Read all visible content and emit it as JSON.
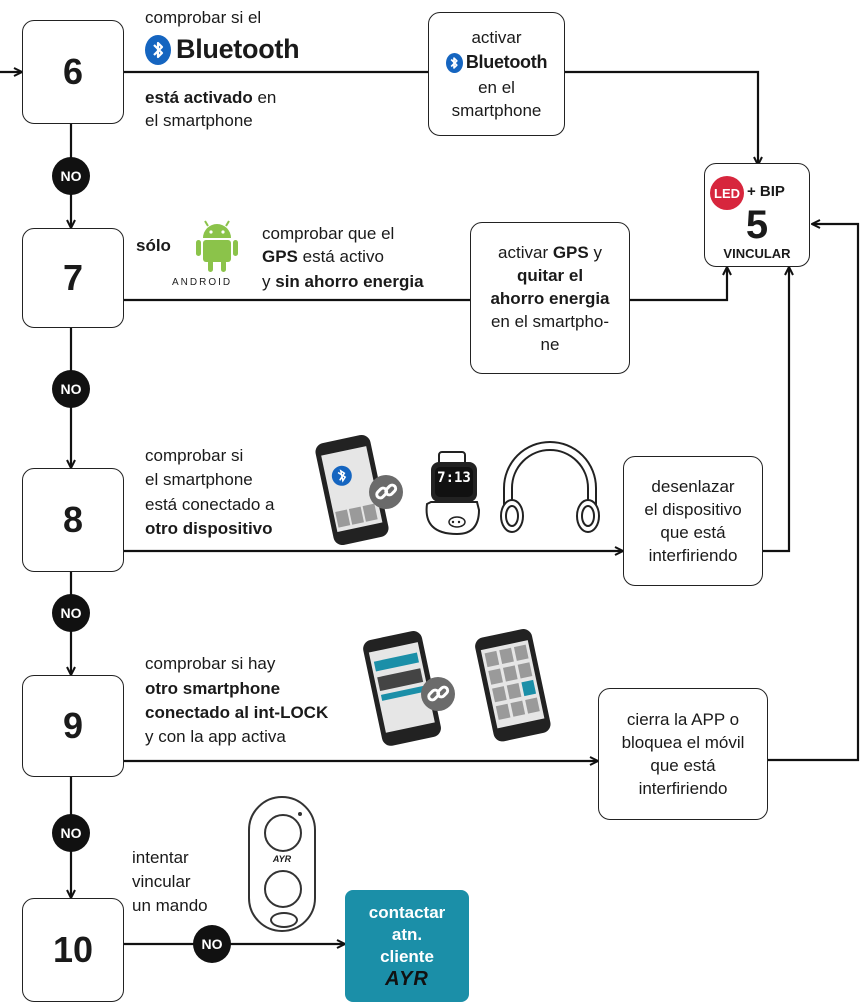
{
  "colors": {
    "accent_blue": "#1565c0",
    "led_red": "#d7263d",
    "android_green": "#8bc34a",
    "contact_teal": "#1b8fa8",
    "link_gray": "#6b6b6b"
  },
  "steps": [
    {
      "number": "6"
    },
    {
      "number": "7"
    },
    {
      "number": "8"
    },
    {
      "number": "9"
    },
    {
      "number": "10"
    }
  ],
  "no_label": "NO",
  "brand_bluetooth": "Bluetooth",
  "step6": {
    "check_pre": "comprobar si el",
    "check_bold": "está activado",
    "check_post": " en",
    "check_line3": "el smartphone",
    "action_line1": "activar",
    "action_line2": "en el",
    "action_line3": "smartphone"
  },
  "target": {
    "led": "LED",
    "plus_bip": "+ BIP",
    "number": "5",
    "label": "VINCULAR"
  },
  "step7": {
    "solo": "sólo",
    "android_word": "ANDROID",
    "l1": "comprobar que el",
    "l2_bold": "GPS",
    "l2_rest": " está activo",
    "l3_pre": "y ",
    "l3_bold": "sin ahorro energia",
    "action_l1_pre": "activar ",
    "action_l1_bold": "GPS",
    "action_l1_post": " y",
    "action_l2": "quitar el",
    "action_l3": "ahorro energia",
    "action_l4": "en el smartpho-",
    "action_l5": "ne"
  },
  "step8": {
    "l1": "comprobar si",
    "l2": "el smartphone",
    "l3": "está conectado a",
    "l4_bold": "otro dispositivo",
    "watch_time": "7:13",
    "action_l1": "desenlazar",
    "action_l2": "el dispositivo",
    "action_l3": "que está",
    "action_l4": "interfiriendo"
  },
  "step9": {
    "l1": "comprobar si hay",
    "l2_bold": "otro smartphone",
    "l3_bold": "conectado al int-LOCK",
    "l4": "y con la app activa",
    "action_l1": "cierra la APP o",
    "action_l2": "bloquea el móvil",
    "action_l3": "que está",
    "action_l4": "interfiriendo"
  },
  "step10": {
    "l1": "intentar",
    "l2": "vincular",
    "l3": "un mando",
    "remote_brand": "AYR",
    "contact_l1": "contactar",
    "contact_l2": "atn.",
    "contact_l3": "cliente",
    "contact_brand": "AYR"
  }
}
